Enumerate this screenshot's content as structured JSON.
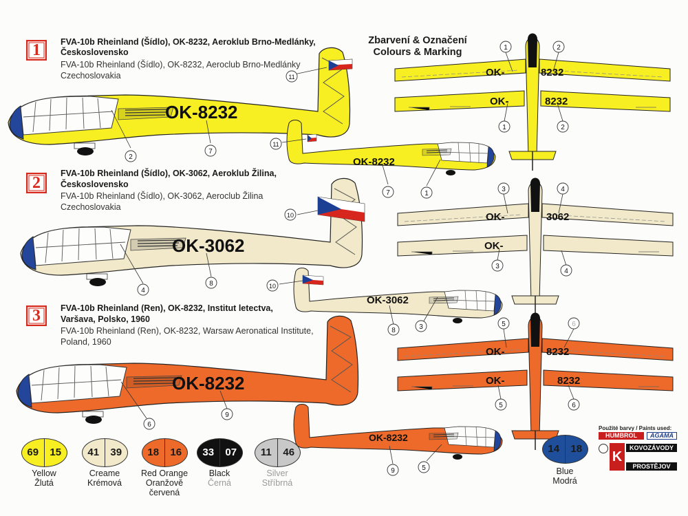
{
  "header": {
    "title_cz": "Zbarvení & Označení",
    "title_en": "Colours & Marking"
  },
  "schemes": [
    {
      "badge": "1",
      "title_cz_line1": "FVA-10b Rheinland (Šídlo), OK-8232, Aeroklub Brno-Medlánky,",
      "title_cz_line2": "Československo",
      "title_en_line1": "FVA-10b Rheinland (Šídlo), OK-8232, Aeroclub Brno-Medlánky",
      "title_en_line2": "Czechoslovakia",
      "registration": "OK-8232",
      "reg_left": "OK-",
      "reg_right": "8232",
      "color": "#f7ef22"
    },
    {
      "badge": "2",
      "title_cz_line1": "FVA-10b Rheinland (Šídlo), OK-3062, Aeroklub Žilina,",
      "title_cz_line2": "Československo",
      "title_en_line1": "FVA-10b Rheinland (Šídlo), OK-3062, Aeroclub Žilina",
      "title_en_line2": "Czechoslovakia",
      "registration": "OK-3062",
      "reg_left": "OK-",
      "reg_right": "3062",
      "color": "#f1e9c9"
    },
    {
      "badge": "3",
      "title_cz_line1": "FVA-10b Rheinland (Ren), OK-8232, Institut letectva,",
      "title_cz_line2": "Varšava, Polsko, 1960",
      "title_en_line1": "FVA-10b Rheinland (Ren), OK-8232, Warsaw Aeronatical Institute,",
      "title_en_line2": "Poland, 1960",
      "registration": "OK-8232",
      "reg_left": "OK-",
      "reg_right": "8232",
      "color": "#ee6a2a"
    }
  ],
  "callouts": {
    "c1": "1",
    "c2": "2",
    "c3": "3",
    "c4": "4",
    "c5": "5",
    "c6": "6",
    "c7": "7",
    "c8": "8",
    "c9": "9",
    "c10": "10",
    "c11": "11"
  },
  "paints": [
    {
      "left": "69",
      "right": "15",
      "name_en": "Yellow",
      "name_cz": "Žlutá",
      "color": "#f7ef22",
      "text": "#1a1a1a"
    },
    {
      "left": "41",
      "right": "39",
      "name_en": "Creame",
      "name_cz": "Krémová",
      "color": "#f1e9c9",
      "text": "#1a1a1a"
    },
    {
      "left": "18",
      "right": "16",
      "name_en": "Red Orange",
      "name_cz": "Oranžově červená",
      "color": "#ee6a2a",
      "text": "#1a1a1a"
    },
    {
      "left": "33",
      "right": "07",
      "name_en": "Black",
      "name_cz": "Černá",
      "color": "#111111",
      "text": "#ffffff"
    },
    {
      "left": "11",
      "right": "46",
      "name_en": "Silver",
      "name_cz": "Stříbrná",
      "color": "#c8c8c8",
      "text": "#1a1a1a"
    },
    {
      "left": "14",
      "right": "18",
      "name_en": "Blue",
      "name_cz": "Modrá",
      "color": "#1f4f9a",
      "text": "#1a1a1a"
    }
  ],
  "paints_used": {
    "label": "Použité barvy / Paints used:",
    "brand1": "HUMBROL",
    "brand2": "AGAMA",
    "brand3_line1": "KOVOZÁVODY",
    "brand3_line2": "PROSTĚJOV"
  }
}
